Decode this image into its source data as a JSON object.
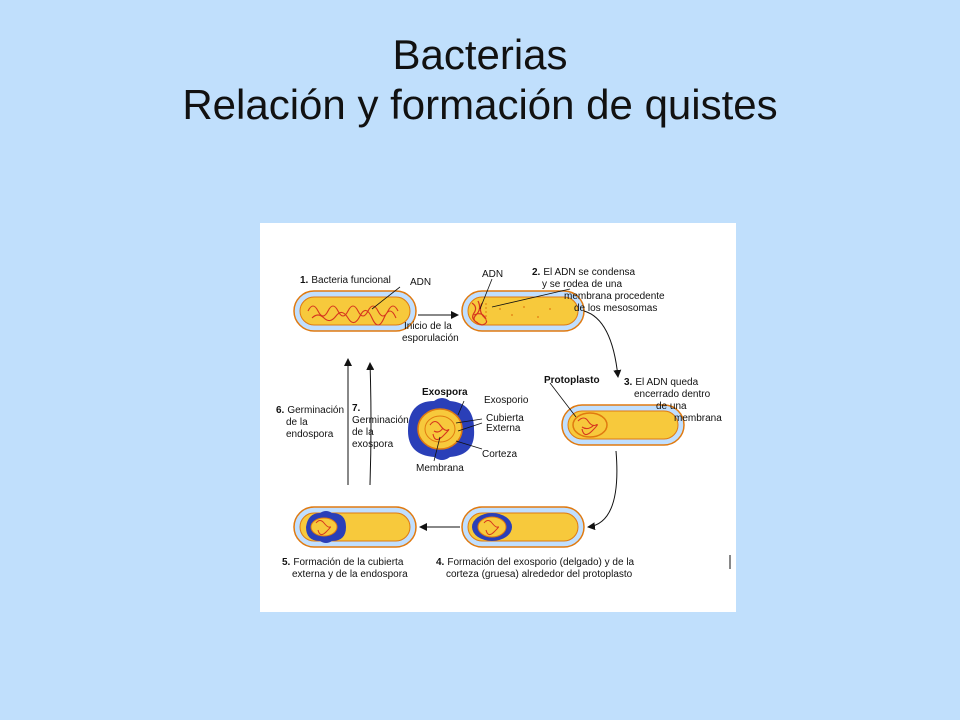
{
  "slide": {
    "title_line1": "Bacterias",
    "title_line2": "Relación y formación de quistes"
  },
  "diagram": {
    "step1": {
      "num": "1.",
      "text": "Bacteria funcional"
    },
    "adn1": "ADN",
    "inicio_1": "Inicio de la",
    "inicio_2": "esporulación",
    "adn2": "ADN",
    "step2": {
      "num": "2.",
      "line1": "El ADN se condensa",
      "line2": "y se rodea de una",
      "line3": "membrana procedente",
      "line4": "de los mesosomas"
    },
    "protoplasto": "Protoplasto",
    "step3": {
      "num": "3.",
      "line1": "El ADN queda",
      "line2": "encerrado dentro",
      "line3": "de una",
      "line4": "membrana"
    },
    "step6": {
      "num": "6.",
      "line1": "Germinación",
      "line2": "de la",
      "line3": "endospora"
    },
    "step7": {
      "num": "7.",
      "line1": "Germinación",
      "line2": "de la",
      "line3": "exospora"
    },
    "exospora": "Exospora",
    "exosporio": "Exosporio",
    "cubierta_1": "Cubierta",
    "cubierta_2": "Externa",
    "corteza": "Corteza",
    "membrana": "Membrana",
    "step5": {
      "num": "5.",
      "line1": "Formación de la cubierta",
      "line2": "externa y de la endospora"
    },
    "step4": {
      "num": "4.",
      "line1": "Formación del exosporio (delgado) y de la",
      "line2": "corteza (gruesa) alrededor del protoplasto"
    },
    "colors": {
      "cell_fill": "#f7c93c",
      "cell_wall": "#c0dfff",
      "cell_outline": "#e07a10",
      "dna": "#d6361e",
      "coat": "#2a3fb8"
    }
  }
}
